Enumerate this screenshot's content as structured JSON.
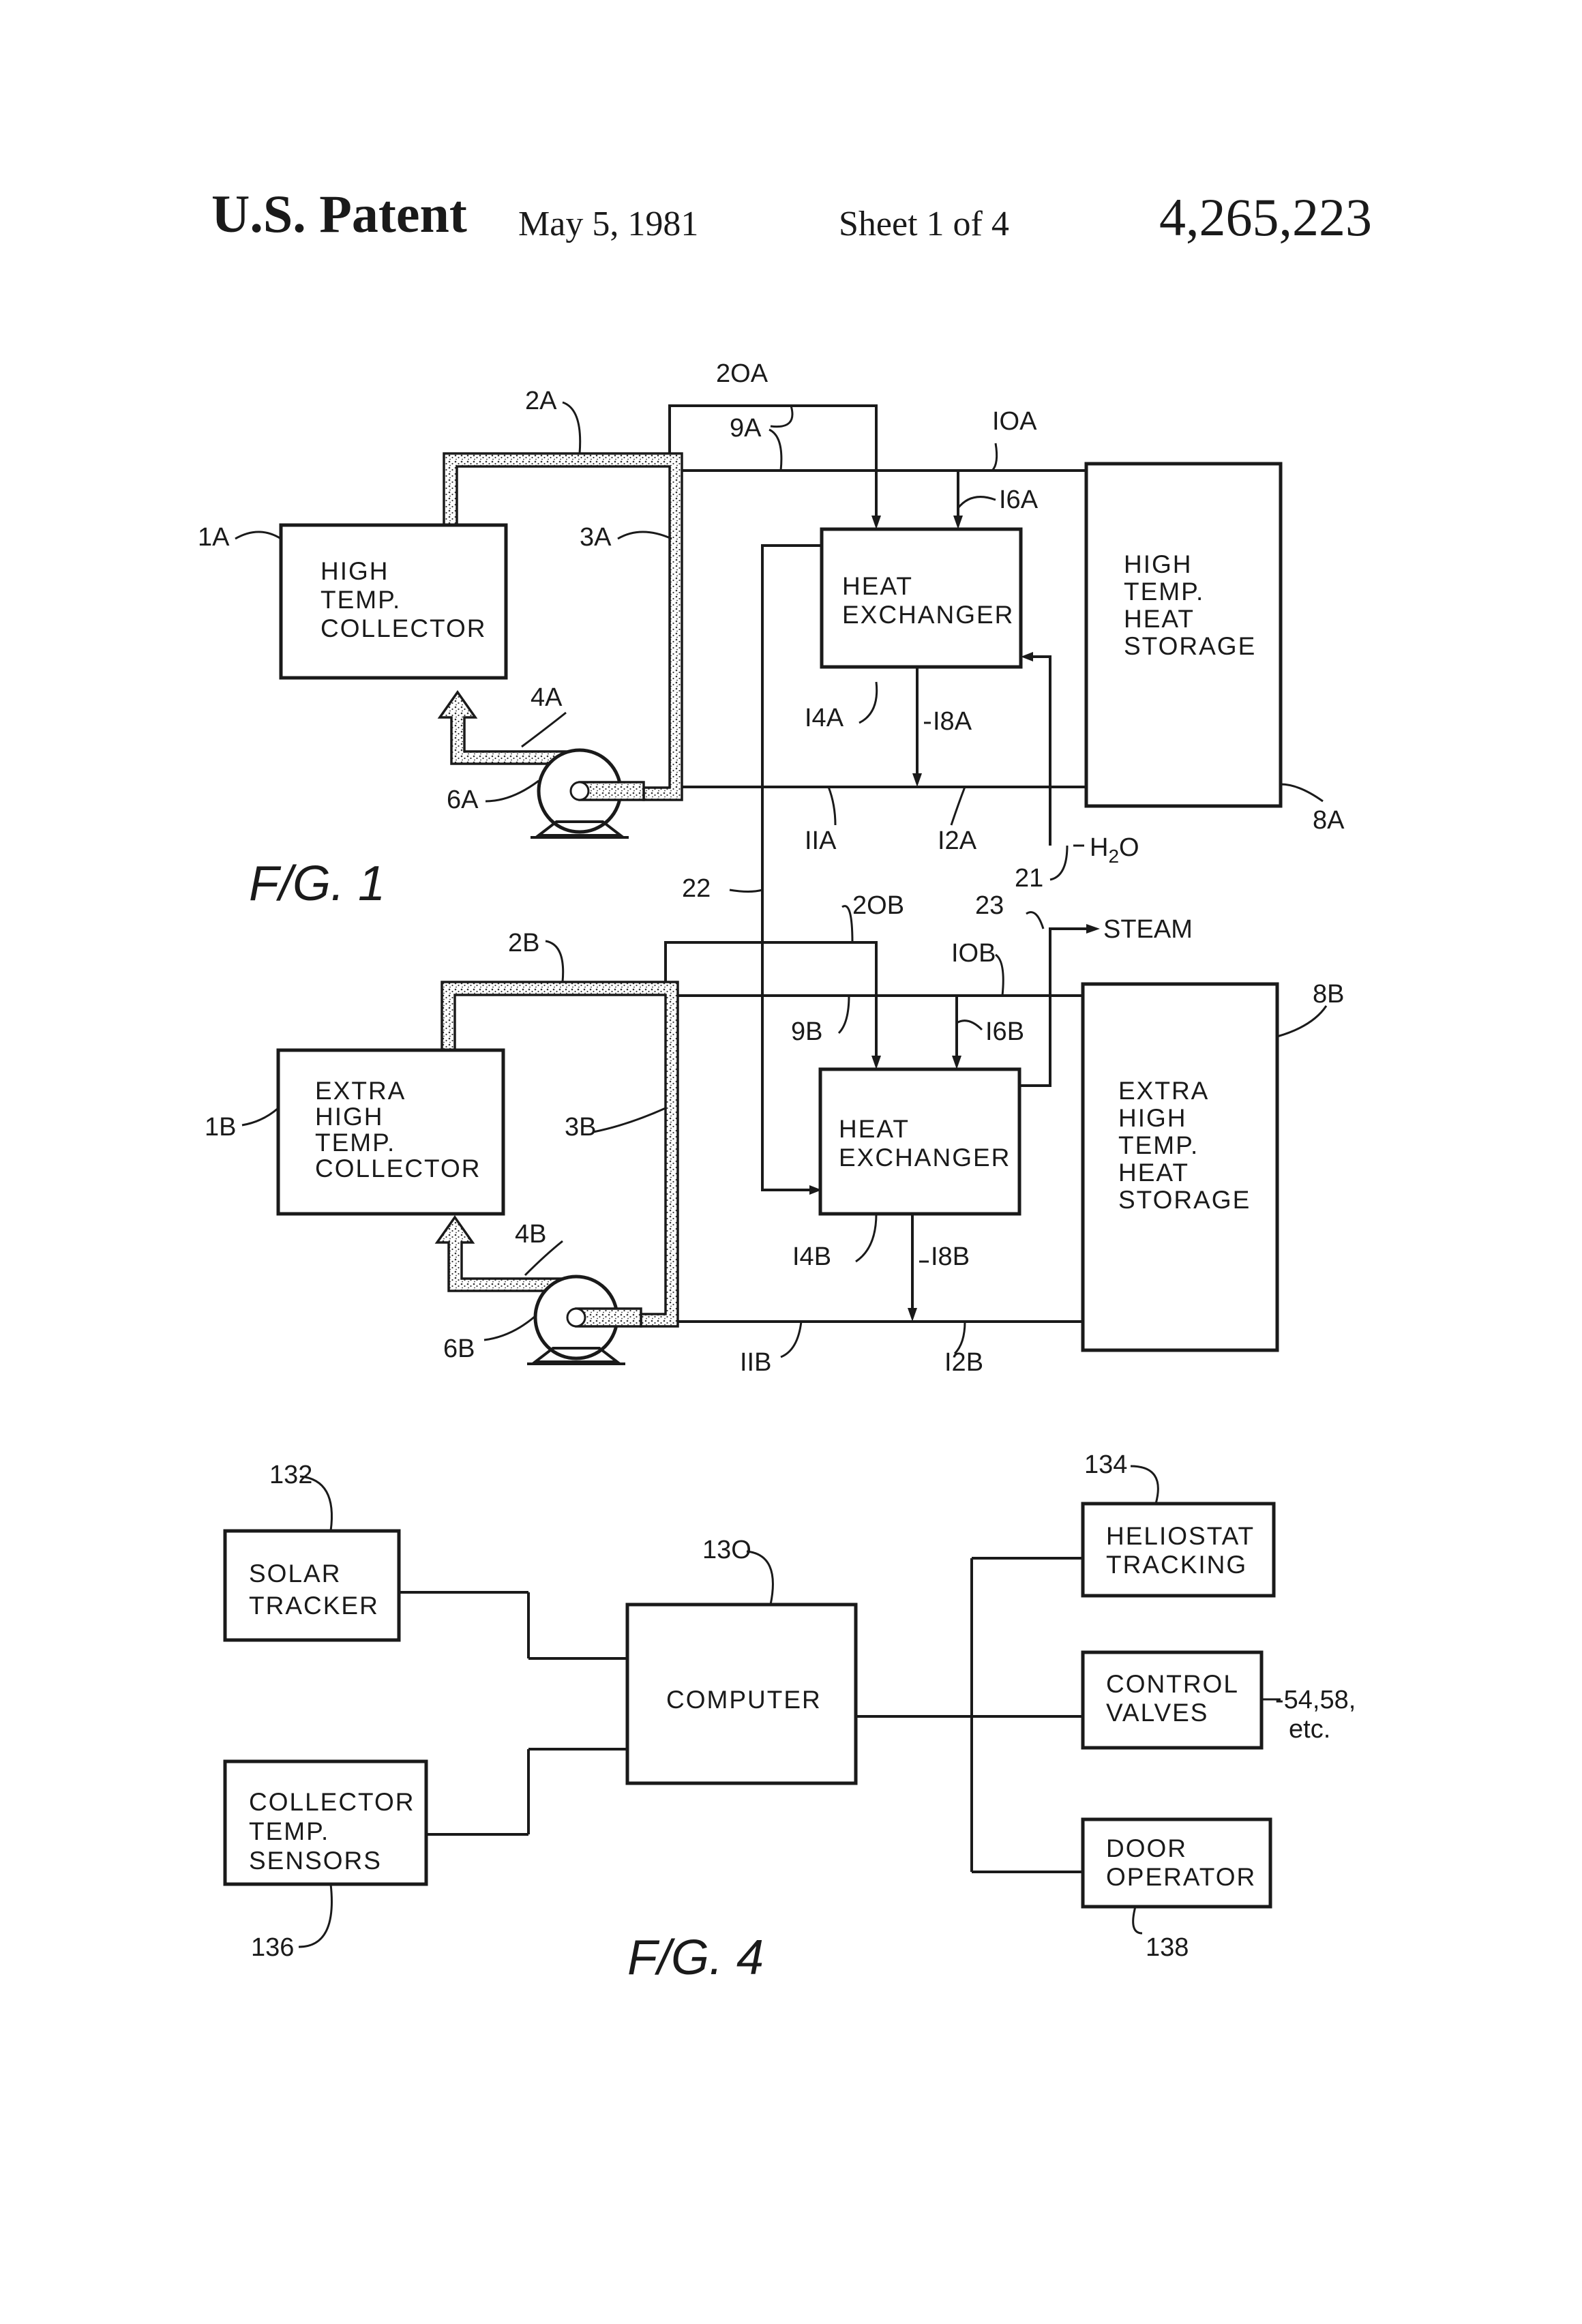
{
  "header": {
    "title": "U.S. Patent",
    "date": "May 5, 1981",
    "sheet": "Sheet 1 of 4",
    "number": "4,265,223"
  },
  "fig1": {
    "label": "F/G. 1",
    "system_a": {
      "collector": [
        "HIGH",
        "TEMP.",
        "COLLECTOR"
      ],
      "exchanger": [
        "HEAT",
        "EXCHANGER"
      ],
      "storage": [
        "HIGH",
        "TEMP.",
        "HEAT",
        "STORAGE"
      ]
    },
    "system_b": {
      "collector": [
        "EXTRA",
        "HIGH",
        "TEMP.",
        "COLLECTOR"
      ],
      "exchanger": [
        "HEAT",
        "EXCHANGER"
      ],
      "storage": [
        "EXTRA",
        "HIGH",
        "TEMP.",
        "HEAT",
        "STORAGE"
      ]
    },
    "water_label": "H",
    "water_sub": "2",
    "water_tail": "O",
    "steam_label": "STEAM",
    "refs": {
      "r1A": "1A",
      "r2A": "2A",
      "r3A": "3A",
      "r4A": "4A",
      "r6A": "6A",
      "r8A": "8A",
      "r9A": "9A",
      "r10A": "IOA",
      "r11A": "IIA",
      "r12A": "I2A",
      "r14A": "I4A",
      "r16A": "I6A",
      "r18A": "I8A",
      "r20A": "2OA",
      "r21": "21",
      "r22": "22",
      "r23": "23",
      "r1B": "1B",
      "r2B": "2B",
      "r3B": "3B",
      "r4B": "4B",
      "r6B": "6B",
      "r8B": "8B",
      "r9B": "9B",
      "r10B": "IOB",
      "r11B": "IIB",
      "r12B": "I2B",
      "r14B": "I4B",
      "r16B": "I6B",
      "r18B": "I8B",
      "r20B": "2OB"
    }
  },
  "fig4": {
    "label": "F/G. 4",
    "solar_tracker": [
      "SOLAR",
      "TRACKER"
    ],
    "collector_sensors": [
      "COLLECTOR",
      "TEMP.",
      "SENSORS"
    ],
    "computer": "COMPUTER",
    "heliostat": [
      "HELIOSTAT",
      "TRACKING"
    ],
    "control_valves": [
      "CONTROL",
      "VALVES"
    ],
    "door_operator": [
      "DOOR",
      "OPERATOR"
    ],
    "valve_refs": [
      "-54,58,",
      "etc."
    ],
    "refs": {
      "r130": "13O",
      "r132": "132",
      "r134": "134",
      "r136": "136",
      "r138": "138"
    }
  }
}
